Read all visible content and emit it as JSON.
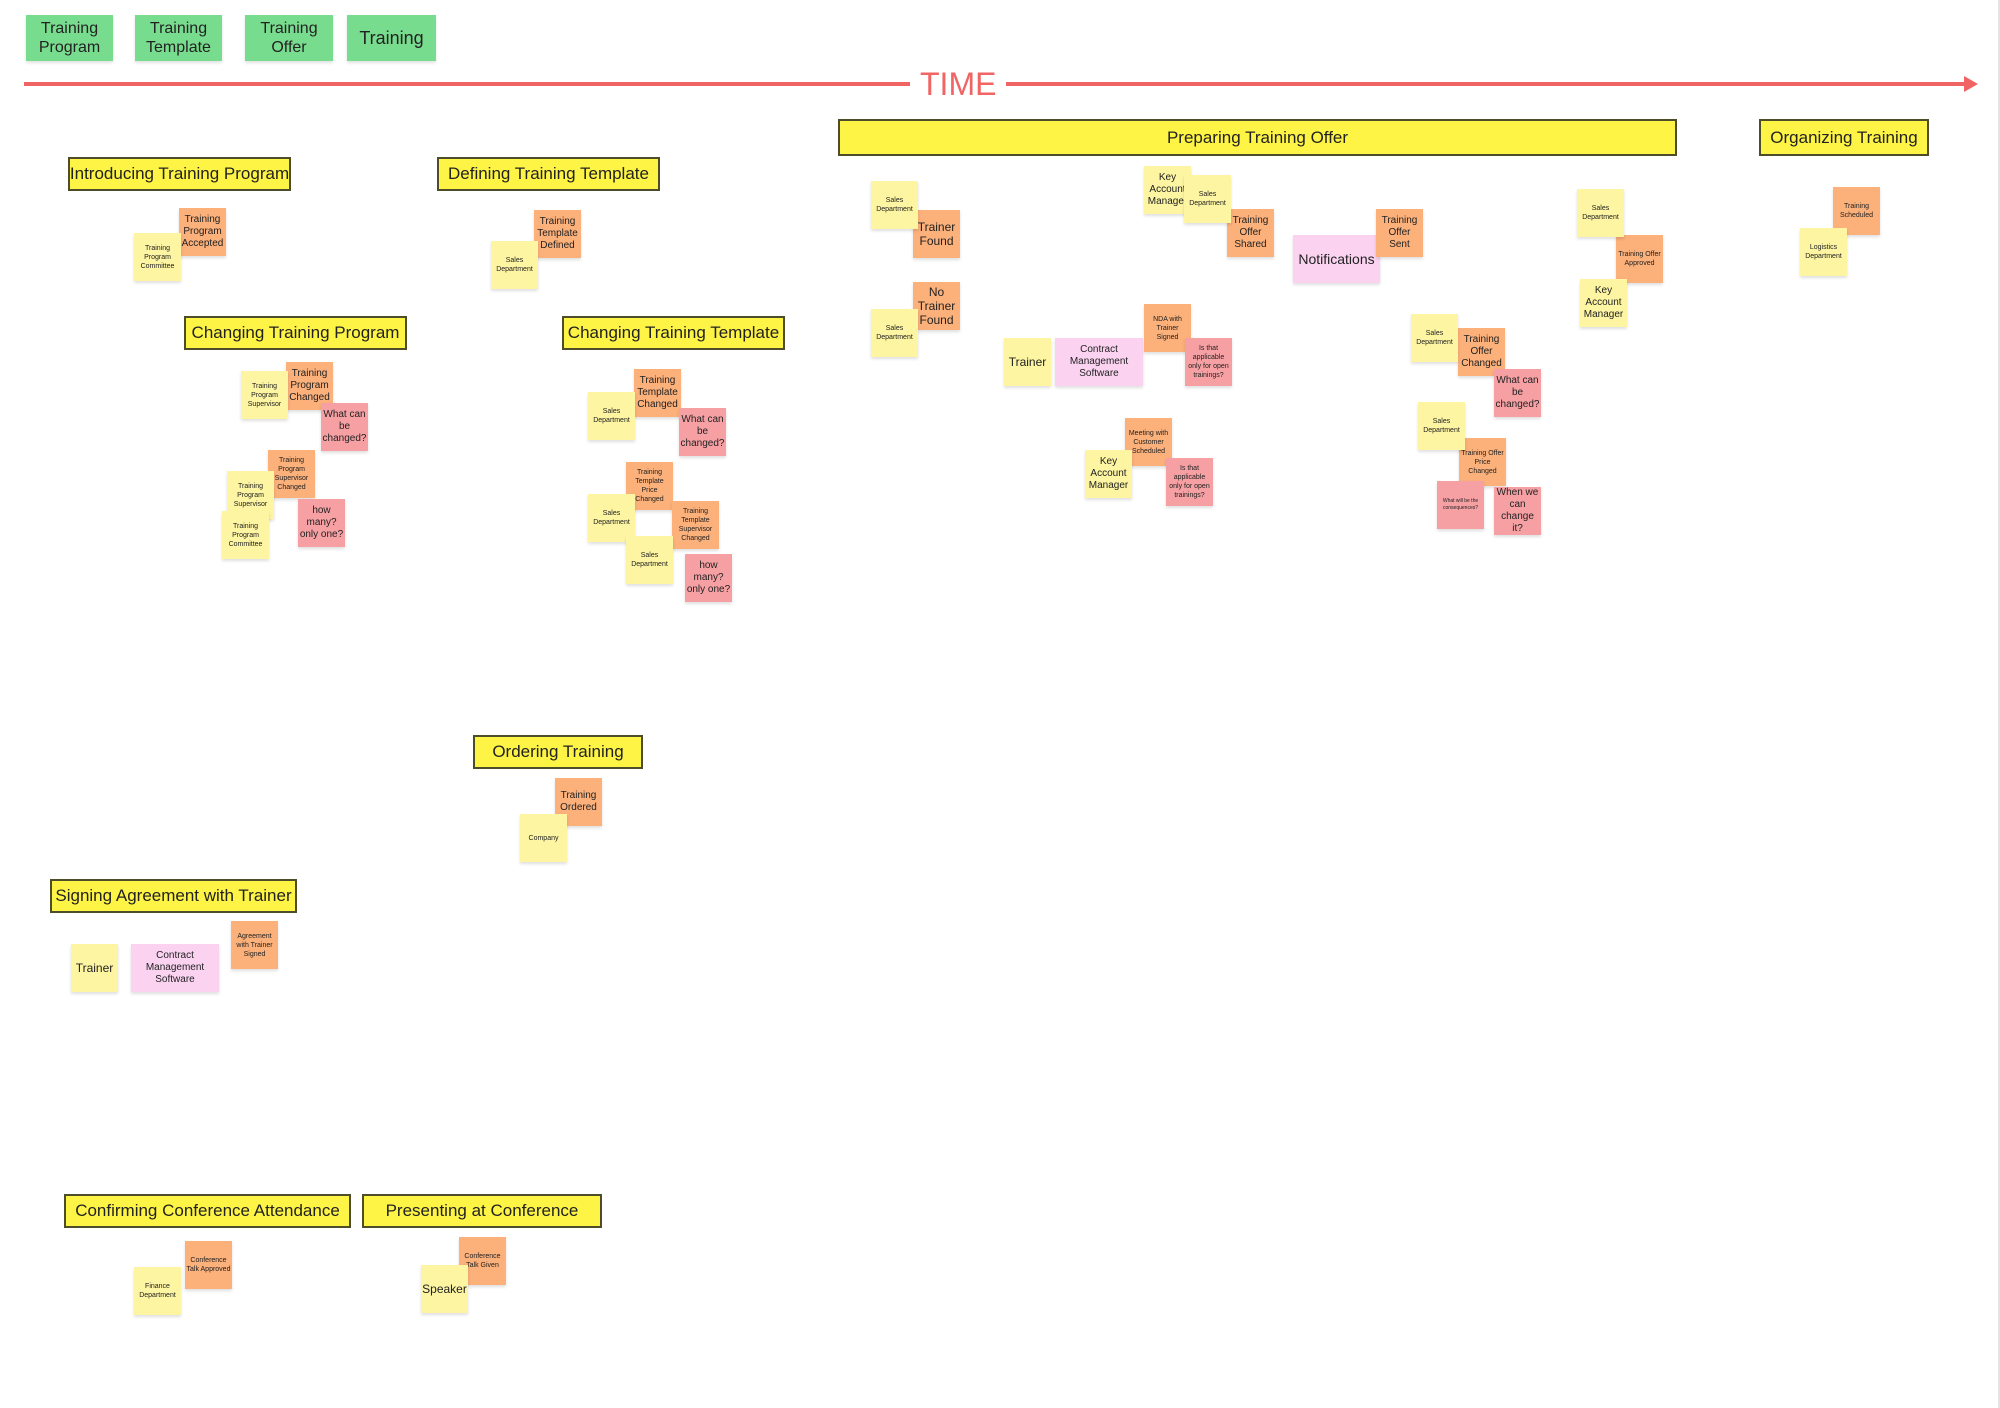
{
  "legend": [
    "Training Program",
    "Training Template",
    "Training Offer",
    "Training"
  ],
  "timeline": {
    "label": "TIME",
    "color": "#f06464"
  },
  "headers": [
    "Introducing Training Program",
    "Defining Training Template",
    "Changing Training Program",
    "Changing Training Template",
    "Preparing Training Offer",
    "Organizing Training",
    "Ordering Training",
    "Signing Agreement with Trainer",
    "Confirming Conference Attendance",
    "Presenting at Conference"
  ],
  "colors": {
    "event": "#fcb07a",
    "actor": "#fdf5a2",
    "question": "#f7a0a4",
    "system": "#fbd3f1",
    "header": "#fef445",
    "legend": "#78dc8e"
  },
  "notes": [
    {
      "text": "Training Program Accepted"
    },
    {
      "text": "Training Program Committee"
    },
    {
      "text": "Training Template Defined"
    },
    {
      "text": "Sales Department"
    },
    {
      "text": "Training Program Changed"
    },
    {
      "text": "Training Program Supervisor"
    },
    {
      "text": "What can be changed?"
    },
    {
      "text": "Training Program Supervisor Changed"
    },
    {
      "text": "Training Program Supervisor"
    },
    {
      "text": "Training Program Committee"
    },
    {
      "text": "how many? only one?"
    },
    {
      "text": "Training Template Changed"
    },
    {
      "text": "Sales Department"
    },
    {
      "text": "What can be changed?"
    },
    {
      "text": "Training Template Price Changed"
    },
    {
      "text": "Sales Department"
    },
    {
      "text": "Training Template Supervisor Changed"
    },
    {
      "text": "Sales Department"
    },
    {
      "text": "how many? only one?"
    },
    {
      "text": "Trainer Found"
    },
    {
      "text": "Sales Department"
    },
    {
      "text": "No Trainer Found"
    },
    {
      "text": "Sales Department"
    },
    {
      "text": "Training Offer Shared"
    },
    {
      "text": "Key Account Manager"
    },
    {
      "text": "Sales Department"
    },
    {
      "text": "Notifications"
    },
    {
      "text": "Training Offer Sent"
    },
    {
      "text": "Trainer"
    },
    {
      "text": "Contract Management Software"
    },
    {
      "text": "NDA with Trainer Signed"
    },
    {
      "text": "Is that applicable only for open trainings?"
    },
    {
      "text": "Meeting with Customer Scheduled"
    },
    {
      "text": "Key Account Manager"
    },
    {
      "text": "Is that applicable only for open trainings?"
    },
    {
      "text": "Training Offer Changed"
    },
    {
      "text": "Sales Department"
    },
    {
      "text": "What can be changed?"
    },
    {
      "text": "Training Offer Price Changed"
    },
    {
      "text": "Sales Department"
    },
    {
      "text": "What will be the consequences?"
    },
    {
      "text": "When we can change it?"
    },
    {
      "text": "Training Offer Approved"
    },
    {
      "text": "Sales Department"
    },
    {
      "text": "Key Account Manager"
    },
    {
      "text": "Training Scheduled"
    },
    {
      "text": "Logistics Department"
    },
    {
      "text": "Training Ordered"
    },
    {
      "text": "Company"
    },
    {
      "text": "Trainer"
    },
    {
      "text": "Contract Management Software"
    },
    {
      "text": "Agreement with Trainer Signed"
    },
    {
      "text": "Conference Talk Approved"
    },
    {
      "text": "Finance Department"
    },
    {
      "text": "Conference Talk Given"
    },
    {
      "text": "Speaker"
    }
  ]
}
